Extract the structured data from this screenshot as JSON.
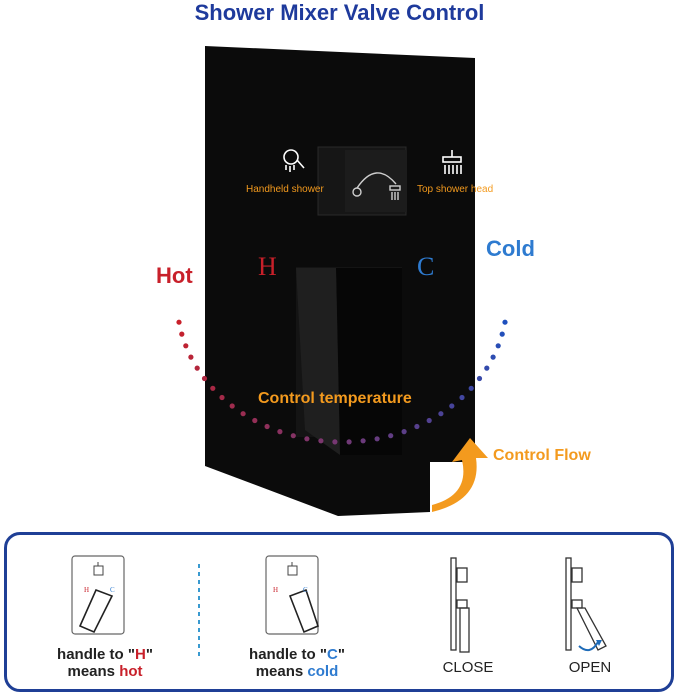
{
  "title": "Shower Mixer Valve Control",
  "labels": {
    "hot": "Hot",
    "cold": "Cold",
    "h_letter": "H",
    "c_letter": "C",
    "handheld_shower": "Handheld shower",
    "top_shower_head": "Top shower head",
    "control_temperature": "Control temperature",
    "control_flow": "Control Flow"
  },
  "instructions": [
    {
      "line1_prefix": "handle to \"",
      "line1_letter": "H",
      "line1_suffix": "\"",
      "line2_prefix": "means ",
      "line2_word": "hot"
    },
    {
      "line1_prefix": "handle to \"",
      "line1_letter": "C",
      "line1_suffix": "\"",
      "line2_prefix": "means ",
      "line2_word": "cold"
    }
  ],
  "side_labels": {
    "close": "CLOSE",
    "open": "OPEN"
  },
  "mini_letters": {
    "h": "H",
    "c": "C"
  },
  "colors": {
    "title_blue": "#1e3a9c",
    "hot_red": "#c8202a",
    "cold_blue": "#2e7bd0",
    "orange": "#f39a1e",
    "panel_black": "#0b0b0b",
    "border_blue": "#1f3f96"
  },
  "icons": [
    "handheld-shower-icon",
    "top-shower-head-icon",
    "diverter-icon",
    "curved-arrow-icon"
  ]
}
